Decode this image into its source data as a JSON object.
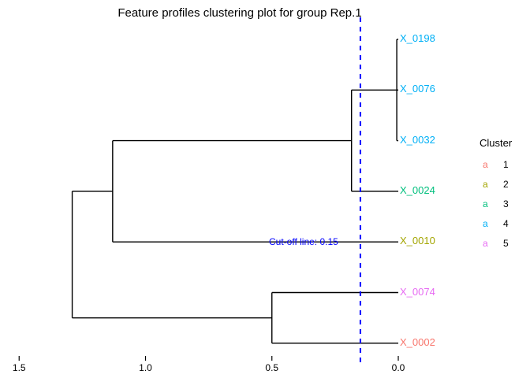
{
  "title": "Feature profiles clustering plot for group Rep.1",
  "cutoff": {
    "label": "Cut-off line: 0.15",
    "value": 0.15,
    "color": "#0000ff",
    "style": "dashed"
  },
  "axis": {
    "ticks": [
      "1.5",
      "1.0",
      "0.5",
      "0.0"
    ],
    "tick_values": [
      1.5,
      1.0,
      0.5,
      0.0
    ],
    "reversed": true,
    "label": ""
  },
  "legend": {
    "title": "Cluster",
    "glyph": "a",
    "items": [
      {
        "label": "1",
        "color": "#F8766D"
      },
      {
        "label": "2",
        "color": "#A3A500"
      },
      {
        "label": "3",
        "color": "#00BF7D"
      },
      {
        "label": "4",
        "color": "#00B0F6"
      },
      {
        "label": "5",
        "color": "#E76BF3"
      }
    ]
  },
  "chart_data": {
    "type": "dendrogram",
    "title": "Feature profiles clustering plot for group Rep.1",
    "xlabel": "",
    "ylabel": "",
    "xlim": [
      1.5,
      0.0
    ],
    "grid": false,
    "legend_position": "right",
    "leaves": [
      {
        "name": "X_0198",
        "cluster": 4,
        "color": "#00B0F6",
        "order": 1,
        "height": 0.0
      },
      {
        "name": "X_0076",
        "cluster": 4,
        "color": "#00B0F6",
        "order": 2,
        "height": 0.0
      },
      {
        "name": "X_0032",
        "cluster": 4,
        "color": "#00B0F6",
        "order": 3,
        "height": 0.0
      },
      {
        "name": "X_0024",
        "cluster": 3,
        "color": "#00BF7D",
        "order": 4,
        "height": 0.0
      },
      {
        "name": "X_0010",
        "cluster": 2,
        "color": "#A3A500",
        "order": 5,
        "height": 0.0
      },
      {
        "name": "X_0074",
        "cluster": 5,
        "color": "#E76BF3",
        "order": 6,
        "height": 0.0
      },
      {
        "name": "X_0002",
        "cluster": 1,
        "color": "#F8766D",
        "order": 7,
        "height": 0.0
      }
    ],
    "merges": [
      {
        "id": "n1",
        "members": [
          "X_0198",
          "X_0076",
          "X_0032"
        ],
        "height": 0.006
      },
      {
        "id": "n2",
        "members": [
          "n1",
          "X_0024"
        ],
        "height": 0.185
      },
      {
        "id": "n3",
        "members": [
          "n2",
          "X_0010"
        ],
        "height": 1.13
      },
      {
        "id": "n4",
        "members": [
          "X_0074",
          "X_0002"
        ],
        "height": 0.5
      },
      {
        "id": "n5",
        "members": [
          "n3",
          "n4"
        ],
        "height": 1.29
      }
    ],
    "cutoff_height": 0.15
  }
}
